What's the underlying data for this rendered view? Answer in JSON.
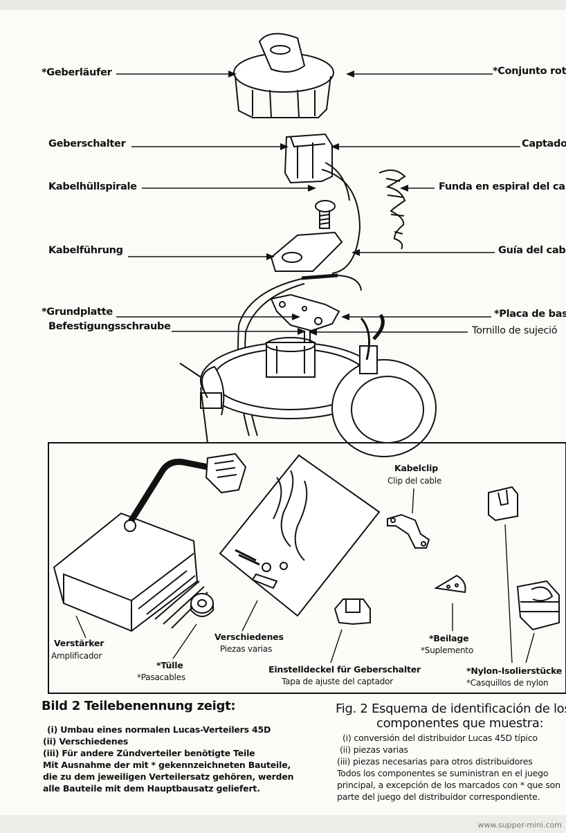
{
  "labels_de": {
    "rotor": "*Geberläufer",
    "pickup": "Geberschalter",
    "spiral": "Kabelhüllspirale",
    "guide": "Kabelführung",
    "baseplate": "*Grundplatte",
    "screw": "Befestigungsschraube"
  },
  "labels_es": {
    "rotor": "*Conjunto roto",
    "pickup": "Captado",
    "spiral": "Funda en espiral del cabl",
    "guide": "Guía del cabl",
    "baseplate": "*Placa de bas",
    "screw": "Tornillo de sujeció"
  },
  "parts": {
    "amplifier_de": "Verstärker",
    "amplifier_es": "Amplificador",
    "grommet_de": "*Tülle",
    "grommet_es": "*Pasacables",
    "misc_de": "Verschiedenes",
    "misc_es": "Piezas varias",
    "clip_de": "Kabelclip",
    "clip_es": "Clip del cable",
    "cover_de": "Einstelldeckel für Geberschalter",
    "cover_es": "Tapa de ajuste del captador",
    "shim_de": "*Beilage",
    "shim_es": "*Suplemento",
    "nylon_de": "*Nylon-Isolierstücke",
    "nylon_es": "*Casquillos de nylon"
  },
  "caption_de": {
    "title": "Bild 2  Teilebenennung zeigt:",
    "lines": [
      "(i)  Umbau eines normalen Lucas-Verteilers 45D",
      "(ii)  Verschiedenes",
      "(iii)  Für andere Zündverteiler benötigte Teile",
      "Mit Ausnahme der mit * gekennzeichneten Bauteile,",
      "die zu dem jeweiligen Verteilersatz gehören, werden",
      "alle Bauteile mit dem Hauptbausatz geliefert."
    ]
  },
  "caption_es": {
    "title1": "Fig. 2  Esquema de identificación de los",
    "title2": "componentes que muestra:",
    "lines": [
      "(i) conversión del distribuidor Lucas 45D típico",
      "(ii) piezas varias",
      "(iii) piezas necesarias para otros distribuidores",
      "Todos los componentes se suministran en el juego",
      "principal, a excepción de los marcados con * que son",
      "parte del juego del distribuidor correspondiente."
    ]
  },
  "watermark": "www.supper-mini.com"
}
